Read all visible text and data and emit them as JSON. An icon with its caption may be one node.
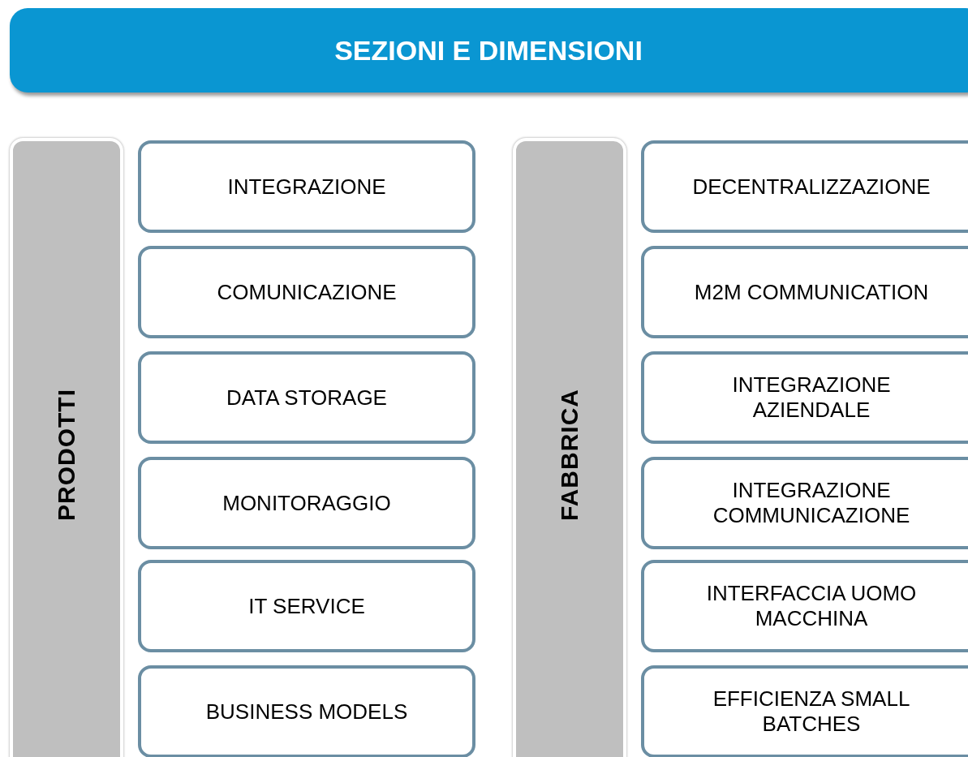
{
  "diagram": {
    "title": "SEZIONI E DIMENSIONI",
    "nodes": [
      {
        "text": [
          "PRODOTTI"
        ]
      },
      {
        "text": [
          "INTEGRAZIONE"
        ]
      },
      {
        "text": [
          "COMUNICAZIONE"
        ]
      },
      {
        "text": [
          "DATA STORAGE"
        ]
      },
      {
        "text": [
          "MONITORAGGIO"
        ]
      },
      {
        "text": [
          "IT SERVICE"
        ]
      },
      {
        "text": [
          "BUSINESS MODELS"
        ]
      },
      {
        "text": [
          "FABBRICA"
        ]
      },
      {
        "text": [
          "DECENTRALIZZAZIONE"
        ]
      },
      {
        "text": [
          "M2M COMMUNICATION"
        ]
      },
      {
        "text": [
          "INTEGRAZIONE AZIENDALE"
        ]
      },
      {
        "text": [
          "INTEGRAZIONE COMMUNICAZIONE"
        ]
      },
      {
        "text": [
          "INTERFACCIA UOMO MACCHINA"
        ]
      },
      {
        "text": [
          "EFFICIENZA SMALL BATCHES"
        ]
      }
    ]
  }
}
